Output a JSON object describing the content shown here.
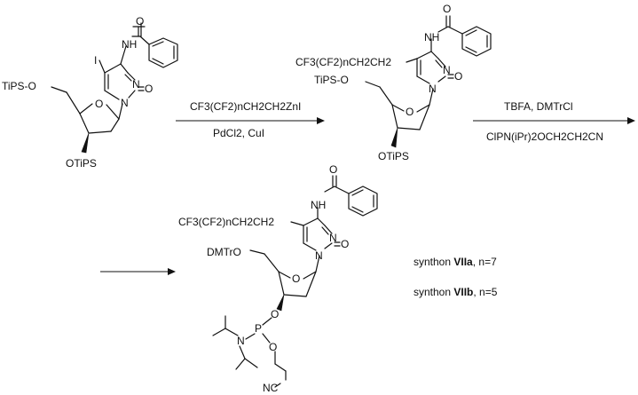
{
  "step1": {
    "reagent_top": "CF3(CF2)nCH2CH2ZnI",
    "reagent_bottom": "PdCl2, CuI"
  },
  "step2": {
    "reagent_top": "TBFA, DMTrCl",
    "reagent_bottom": "ClPN(iPr)2OCH2CH2CN"
  },
  "compound1": {
    "substituent_5": "I",
    "nh": "NH",
    "carbonyl_o": "O",
    "ring_n3": "N",
    "ring_n1": "N",
    "c2_o": "O",
    "o5_group": "TiPS-O",
    "sugar_o": "O",
    "o3_group": "OTiPS"
  },
  "compound2": {
    "chain": "CF3(CF2)nCH2CH2",
    "nh": "NH",
    "carbonyl_o": "O",
    "ring_n3": "N",
    "ring_n1": "N",
    "c2_o": "O",
    "o5_group": "TiPS-O",
    "sugar_o": "O",
    "o3_group": "OTiPS"
  },
  "compound3": {
    "chain": "CF3(CF2)nCH2CH2",
    "nh": "NH",
    "carbonyl_o": "O",
    "ring_n3": "N",
    "ring_n1": "N",
    "c2_o": "O",
    "o5_group": "DMTrO",
    "sugar_o": "O",
    "o3": "O",
    "p": "P",
    "n": "N",
    "op": "O",
    "nitrile": "NC"
  },
  "synthons": [
    {
      "prefix": "synthon ",
      "name": "VIIa",
      "suffix": ", n=7"
    },
    {
      "prefix": "synthon ",
      "name": "VIIb",
      "suffix": ", n=5"
    }
  ]
}
